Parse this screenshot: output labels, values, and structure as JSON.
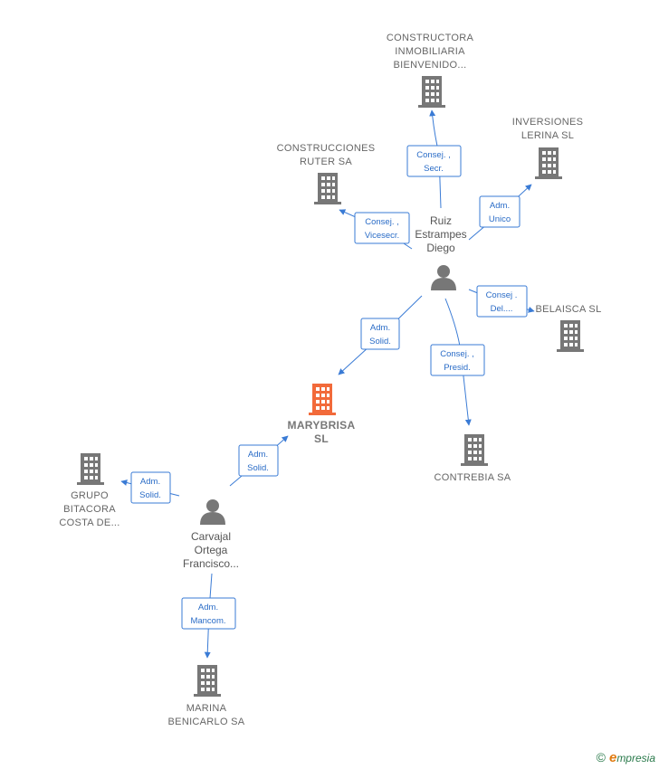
{
  "colors": {
    "edge": "#3a7bd5",
    "building": "#777777",
    "building_main": "#f26a3a",
    "person": "#777777"
  },
  "companies": [
    {
      "id": "constructora",
      "lines": [
        "CONSTRUCTORA",
        "INMOBILIARIA",
        "BIENVENIDO..."
      ],
      "icon": "building-icon",
      "main": false
    },
    {
      "id": "inversiones",
      "lines": [
        "INVERSIONES",
        "LERINA  SL"
      ],
      "icon": "building-icon",
      "main": false
    },
    {
      "id": "construcciones",
      "lines": [
        "CONSTRUCCIONES",
        "RUTER SA"
      ],
      "icon": "building-icon",
      "main": false
    },
    {
      "id": "belaisca",
      "lines": [
        "BELAISCA  SL"
      ],
      "icon": "building-icon",
      "main": false
    },
    {
      "id": "marybrisa",
      "lines": [
        "MARYBRISA",
        "SL"
      ],
      "icon": "building-icon",
      "main": true
    },
    {
      "id": "contrebia",
      "lines": [
        "CONTREBIA SA"
      ],
      "icon": "building-icon",
      "main": false
    },
    {
      "id": "grupo",
      "lines": [
        "GRUPO",
        "BITACORA",
        "COSTA DE..."
      ],
      "icon": "building-icon",
      "main": false
    },
    {
      "id": "marina",
      "lines": [
        "MARINA",
        "BENICARLO SA"
      ],
      "icon": "building-icon",
      "main": false
    }
  ],
  "persons": [
    {
      "id": "ruiz",
      "lines": [
        "Ruiz",
        "Estrampes",
        "Diego"
      ],
      "icon": "person-icon"
    },
    {
      "id": "carvajal",
      "lines": [
        "Carvajal",
        "Ortega",
        "Francisco..."
      ],
      "icon": "person-icon"
    }
  ],
  "relations": [
    {
      "id": "ruiz-constructora",
      "lines": [
        "Consej. ,",
        "Secr."
      ]
    },
    {
      "id": "ruiz-inversiones",
      "lines": [
        "Adm.",
        "Unico"
      ]
    },
    {
      "id": "ruiz-construcciones",
      "lines": [
        "Consej. ,",
        "Vicesecr."
      ]
    },
    {
      "id": "ruiz-belaisca",
      "lines": [
        "Consej .",
        "Del...."
      ]
    },
    {
      "id": "ruiz-marybrisa",
      "lines": [
        "Adm.",
        "Solid."
      ]
    },
    {
      "id": "ruiz-contrebia",
      "lines": [
        "Consej. ,",
        "Presid."
      ]
    },
    {
      "id": "carvajal-marybrisa",
      "lines": [
        "Adm.",
        "Solid."
      ]
    },
    {
      "id": "carvajal-grupo",
      "lines": [
        "Adm.",
        "Solid."
      ]
    },
    {
      "id": "carvajal-marina",
      "lines": [
        "Adm.",
        "Mancom."
      ]
    }
  ],
  "footer": {
    "copyright": "©",
    "brand_initial": "e",
    "brand_rest": "mpresia"
  }
}
